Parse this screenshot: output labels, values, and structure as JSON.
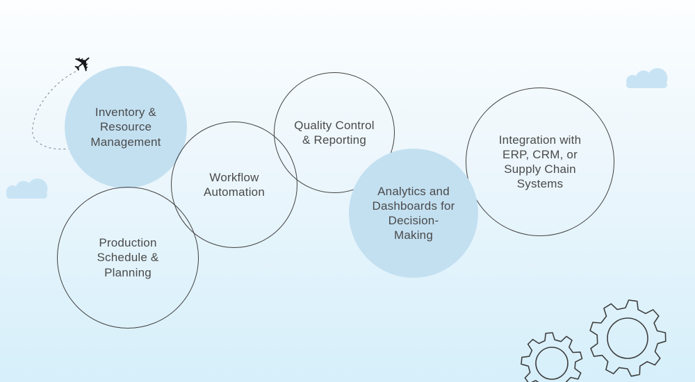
{
  "diagram": {
    "theme": "manufacturing software capabilities",
    "circles": [
      {
        "label": "Inventory &\nResource\nManagement",
        "style": "filled"
      },
      {
        "label": "Production\nSchedule &\nPlanning",
        "style": "outlined"
      },
      {
        "label": "Workflow\nAutomation",
        "style": "outlined"
      },
      {
        "label": "Quality Control\n& Reporting",
        "style": "outlined"
      },
      {
        "label": "Analytics and\nDashboards for\nDecision-\nMaking",
        "style": "filled"
      },
      {
        "label": "Integration with\nERP, CRM, or\nSupply Chain\nSystems",
        "style": "outlined"
      }
    ]
  },
  "decorations": {
    "plane_icon": "✈",
    "icons": [
      "plane-icon",
      "dashed-trail",
      "cloud-icon-left",
      "cloud-icon-top-right",
      "gear-icon-large",
      "gear-icon-small"
    ]
  },
  "colors": {
    "background_top": "#fcfeff",
    "background_bottom": "#d6effa",
    "circle_fill": "#c3e0f1",
    "circle_outline": "#404040",
    "text": "#4a4a4a",
    "cloud": "#c8e4f4",
    "gear_outline": "#3d3d3d",
    "trail": "#8995a3",
    "plane": "#17181a"
  }
}
